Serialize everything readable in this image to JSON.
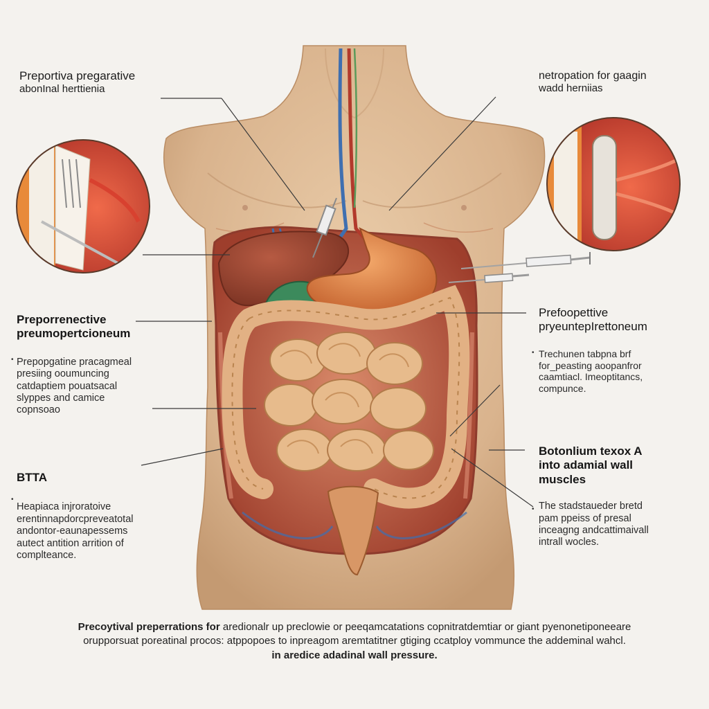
{
  "labels": {
    "top_left": [
      "Preportiva pregarative",
      "abonInal herttienia"
    ],
    "top_right": [
      "netropation for gaagin",
      "wadd herniias"
    ],
    "mid_left": {
      "heading": [
        "Preporrenective",
        "preumopertcioneum"
      ],
      "body": [
        "Prepopgatine pracagmeal",
        "presiing ooumuncing",
        "catdaptiem pouatsacal",
        "slyppes and camice",
        "copnsoao"
      ]
    },
    "mid_right": {
      "heading": [
        "Prefoopettive",
        "pryeuntepIrettoneum"
      ],
      "body": [
        "Trechunen tabpna brf",
        "for_peasting aoopanfror",
        "caamtiacl. Imeoptitancs,",
        "compunce."
      ]
    },
    "bottom_left": {
      "heading": "BTTA",
      "body": [
        "Heapiaca  injroratoive",
        "erentinnapdorcpreveatotal",
        "andontor-eaunapessems",
        "autect antition arrition of",
        "complteance."
      ]
    },
    "bottom_right": {
      "heading": [
        "Botonlium texox A",
        "into adamial wall",
        "muscles"
      ],
      "body": [
        "The stadstaueder bretd",
        "pam ppeiss of presal",
        "inceagng andcattimaivall",
        "intrall wocles."
      ]
    }
  },
  "caption": {
    "line1_bold": "Precoytival preperrations for",
    "line1_rest": " aredionalr up preclowie or peeqamcatations copnitratdemtiar or giant pyenonetiponeeare",
    "line2": "orupporsuat poreatinal procos: atppopoes to inpreagom aremtatitner gtiging ccatploy vommunce the addeminal wahcl.",
    "line3": "in aredice adadinal wall pressure."
  },
  "colors": {
    "skin": "#dcb793",
    "liver": "#9b4431",
    "stomach": "#e08a4f",
    "intestine": "#e2b184",
    "gallbladder": "#3c8a5c",
    "muscle": "#c8553f",
    "vessel_blue": "#3f6fb0",
    "vessel_red": "#b23a2c"
  }
}
